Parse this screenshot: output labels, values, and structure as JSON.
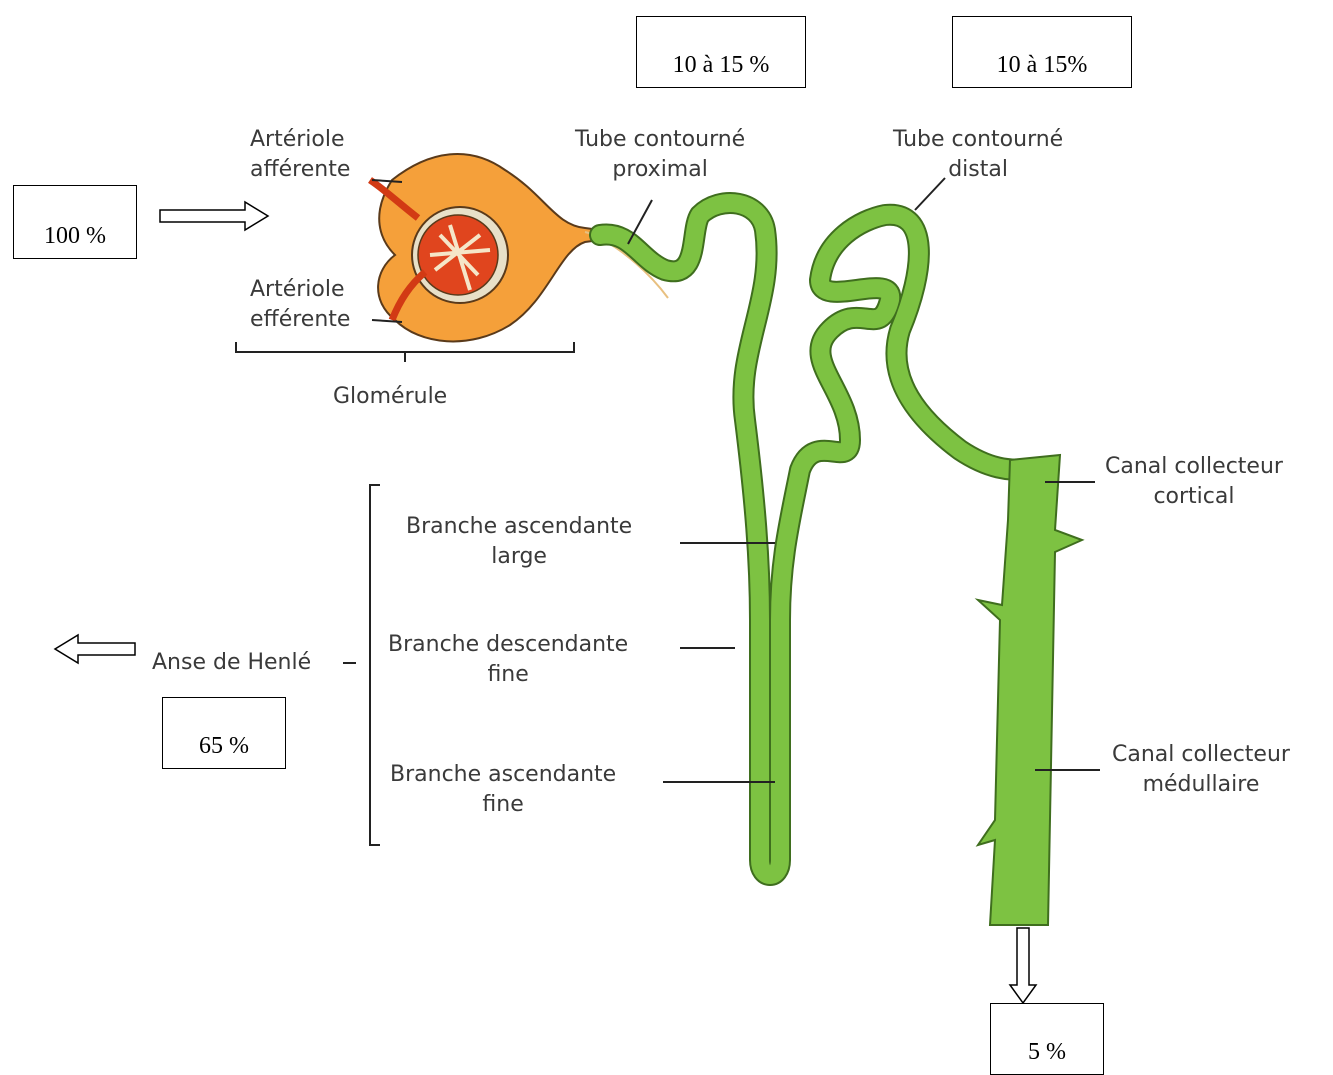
{
  "colors": {
    "tubule_fill": "#7dc242",
    "tubule_stroke": "#3f6e1e",
    "glomerulus_orange": "#f5a03a",
    "glomerulus_red": "#e0451e",
    "text": "#3a3a3a"
  },
  "percent_boxes": {
    "glomerule_in": "100 %",
    "tube_proximal": "10 à 15 %",
    "tube_distal": "10 à 15%",
    "anse_henle": "65 %",
    "urine_out": "5 %"
  },
  "labels": {
    "arteriole_afferente": [
      "Artériole",
      "afférente"
    ],
    "arteriole_efferente": [
      "Artériole",
      "efférente"
    ],
    "glomerule": "Glomérule",
    "tube_contourne_proximal": [
      "Tube contourné",
      "proximal"
    ],
    "tube_contourne_distal": [
      "Tube contourné",
      "distal"
    ],
    "canal_collecteur_cortical": [
      "Canal collecteur",
      "cortical"
    ],
    "canal_collecteur_medullaire": [
      "Canal collecteur",
      "médullaire"
    ],
    "branche_ascendante_large": [
      "Branche ascendante",
      "large"
    ],
    "branche_descendante_fine": [
      "Branche descendante",
      "fine"
    ],
    "branche_ascendante_fine": [
      "Branche ascendante",
      "fine"
    ],
    "anse_de_henle": "Anse de Henlé"
  },
  "icons": [
    "arrow-right-icon",
    "arrow-left-icon",
    "arrow-down-icon"
  ]
}
